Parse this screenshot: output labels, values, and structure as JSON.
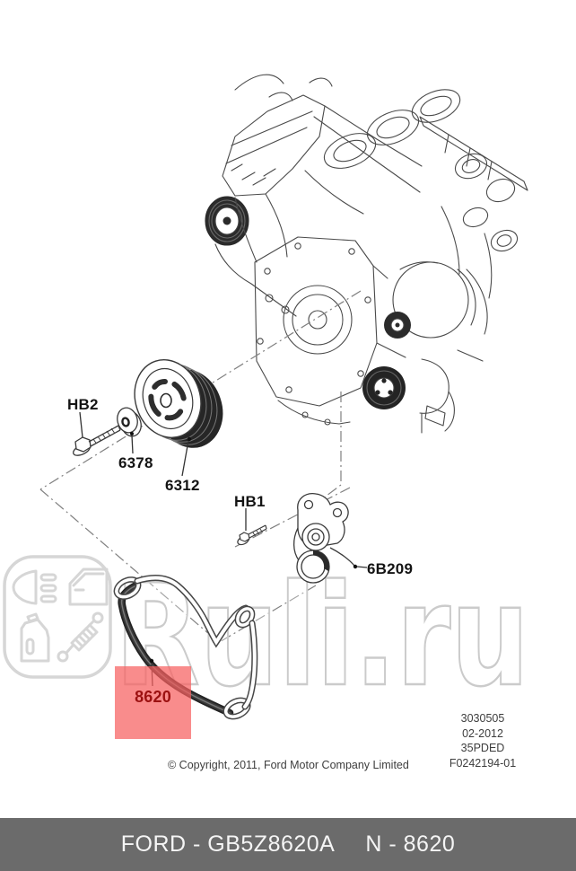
{
  "diagram": {
    "labels": {
      "hb2": "HB2",
      "washer": "6378",
      "crank_pulley": "6312",
      "hb1": "HB1",
      "tensioner": "6B209",
      "belt": "8620"
    },
    "highlight": {
      "box_color": "#f65f5f",
      "text_color": "#9c1111"
    }
  },
  "watermark": {
    "text": "Ruli.ru",
    "color": "#cccccc"
  },
  "ref_block": {
    "lines": [
      "3030505",
      "02-2012",
      "35PDED",
      "F0242194-01"
    ]
  },
  "copyright": "© Copyright, 2011, Ford Motor Company Limited",
  "footer": {
    "part_maker": "FORD - GB5Z8620A",
    "part_number": "N - 8620",
    "bg_color": "#6b6b6b"
  }
}
